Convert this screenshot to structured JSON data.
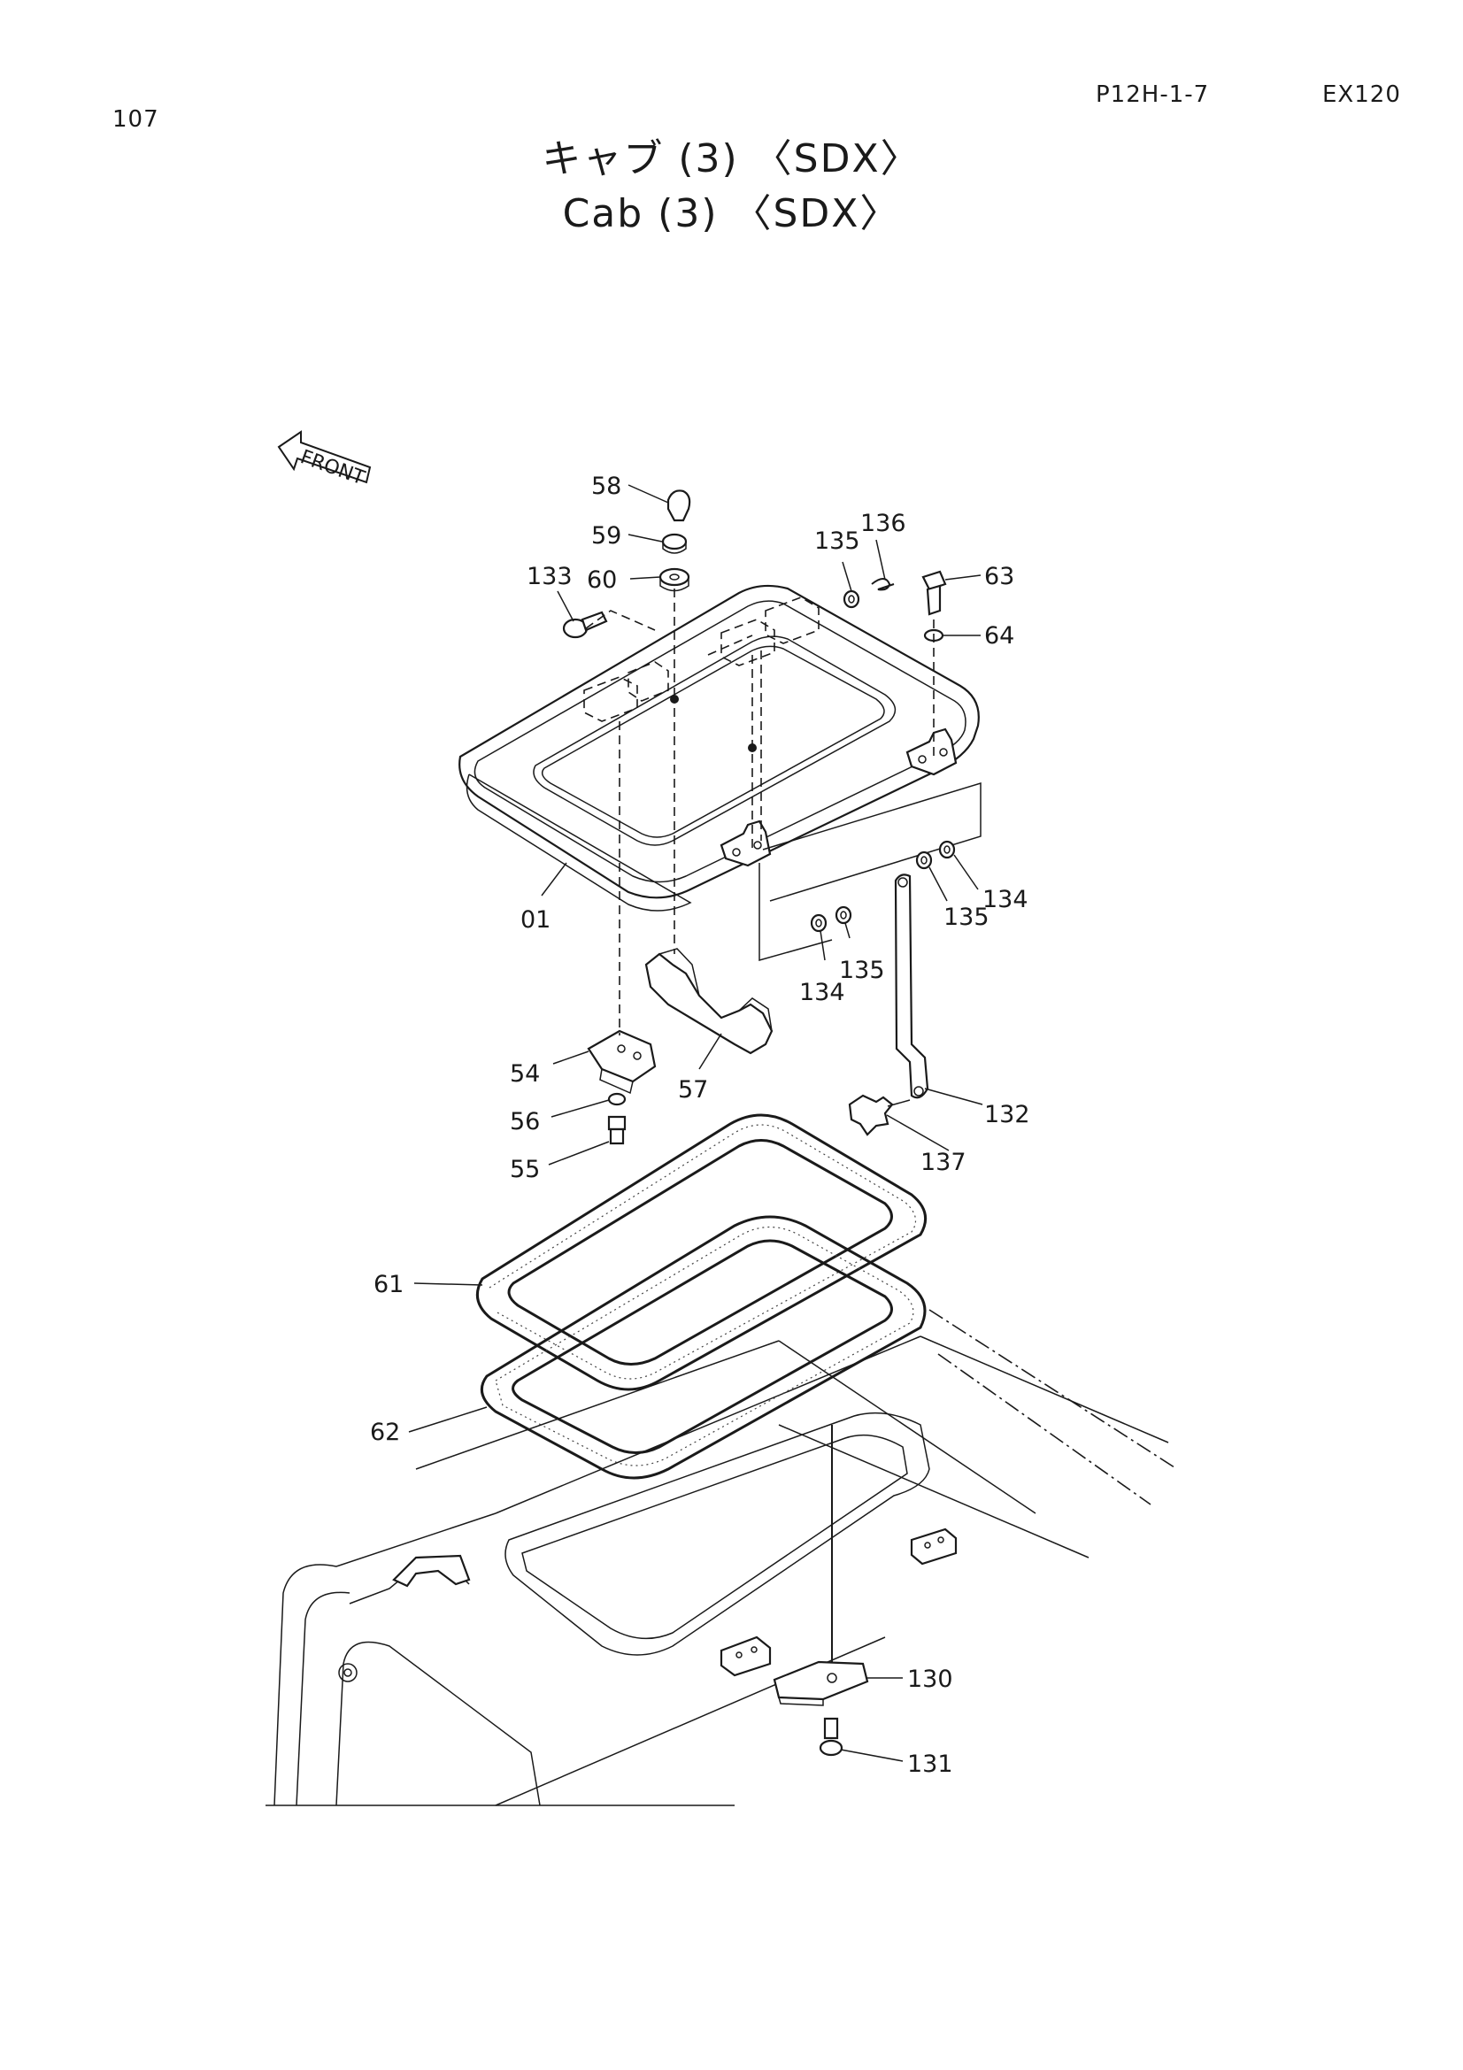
{
  "page": {
    "number": "107",
    "code": "P12H-1-7",
    "model": "EX120",
    "title_jp": "キャブ (3) 〈SDX〉",
    "title_en": "Cab (3) 〈SDX〉"
  },
  "front_indicator": "FRONT",
  "callouts": [
    {
      "id": "c58",
      "label": "58"
    },
    {
      "id": "c59",
      "label": "59"
    },
    {
      "id": "c60",
      "label": "60"
    },
    {
      "id": "c133",
      "label": "133"
    },
    {
      "id": "c135a",
      "label": "135"
    },
    {
      "id": "c136",
      "label": "136"
    },
    {
      "id": "c63",
      "label": "63"
    },
    {
      "id": "c64",
      "label": "64"
    },
    {
      "id": "c01",
      "label": "01"
    },
    {
      "id": "c134a",
      "label": "134"
    },
    {
      "id": "c135b",
      "label": "135"
    },
    {
      "id": "c135c",
      "label": "135"
    },
    {
      "id": "c134b",
      "label": "134"
    },
    {
      "id": "c54",
      "label": "54"
    },
    {
      "id": "c57",
      "label": "57"
    },
    {
      "id": "c56",
      "label": "56"
    },
    {
      "id": "c55",
      "label": "55"
    },
    {
      "id": "c132",
      "label": "132"
    },
    {
      "id": "c137",
      "label": "137"
    },
    {
      "id": "c61",
      "label": "61"
    },
    {
      "id": "c62",
      "label": "62"
    },
    {
      "id": "c130",
      "label": "130"
    },
    {
      "id": "c131",
      "label": "131"
    }
  ]
}
